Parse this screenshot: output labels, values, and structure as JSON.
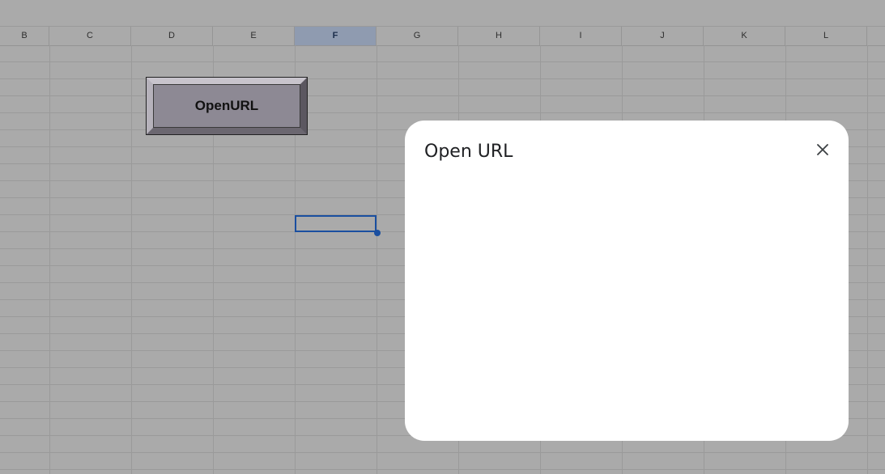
{
  "sheet": {
    "columns": [
      "B",
      "C",
      "D",
      "E",
      "F",
      "G",
      "H",
      "I",
      "J",
      "K",
      "L"
    ],
    "selected_column": "F"
  },
  "macro_button": {
    "label": "OpenURL"
  },
  "dialog": {
    "title": "Open URL",
    "close_icon": "close-icon"
  },
  "colors": {
    "overlay_gray": "#aaaaaa",
    "selection_blue": "#1a4fa0",
    "dialog_bg": "#ffffff"
  }
}
